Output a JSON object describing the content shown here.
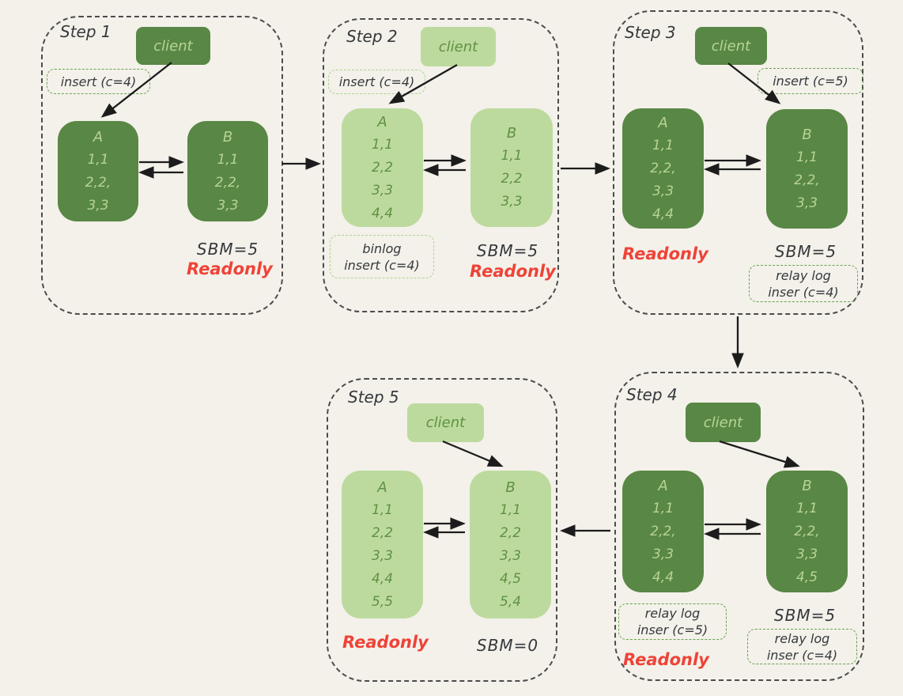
{
  "colors": {
    "background": "#f3f1ea",
    "step_border": "#4b4b4b",
    "node_dark": "#598745",
    "node_dark_text": "#b7d494",
    "node_light": "#bdda9e",
    "node_light_text": "#5f9143",
    "note_border_medium": "#6ba150",
    "note_border_light": "#aad58c",
    "text": "#36393d",
    "readonly_red": "#ee4338",
    "arrow": "#1c1c1c"
  },
  "steps": [
    {
      "label": "Step 1",
      "client_label": "client",
      "insert_note": "insert (c=4)",
      "node_a": {
        "title": "A",
        "rows": [
          "1,1",
          "2,2,",
          "3,3"
        ]
      },
      "node_b": {
        "title": "B",
        "rows": [
          "1,1",
          "2,2,",
          "3,3"
        ]
      },
      "sbm": "SBM=5",
      "readonly": "Readonly"
    },
    {
      "label": "Step 2",
      "client_label": "client",
      "insert_note": "insert (c=4)",
      "node_a": {
        "title": "A",
        "rows": [
          "1,1",
          "2,2",
          "3,3",
          "4,4"
        ]
      },
      "node_b": {
        "title": "B",
        "rows": [
          "1,1",
          "2,2",
          "3,3"
        ]
      },
      "binlog_note": [
        "binlog",
        "insert (c=4)"
      ],
      "sbm": "SBM=5",
      "readonly": "Readonly"
    },
    {
      "label": "Step 3",
      "client_label": "client",
      "insert_note": "insert (c=5)",
      "node_a": {
        "title": "A",
        "rows": [
          "1,1",
          "2,2,",
          "3,3",
          "4,4"
        ]
      },
      "node_b": {
        "title": "B",
        "rows": [
          "1,1",
          "2,2,",
          "3,3"
        ]
      },
      "readonly": "Readonly",
      "sbm": "SBM=5",
      "relay_note": [
        "relay log",
        "inser (c=4)"
      ]
    },
    {
      "label": "Step 4",
      "client_label": "client",
      "node_a": {
        "title": "A",
        "rows": [
          "1,1",
          "2,2,",
          "3,3",
          "4,4"
        ]
      },
      "node_b": {
        "title": "B",
        "rows": [
          "1,1",
          "2,2,",
          "3,3",
          "4,5"
        ]
      },
      "relay_note_a": [
        "relay log",
        "inser (c=5)"
      ],
      "readonly": "Readonly",
      "sbm": "SBM=5",
      "relay_note_b": [
        "relay log",
        "inser (c=4)"
      ]
    },
    {
      "label": "Step 5",
      "client_label": "client",
      "node_a": {
        "title": "A",
        "rows": [
          "1,1",
          "2,2",
          "3,3",
          "4,4",
          "5,5"
        ]
      },
      "node_b": {
        "title": "B",
        "rows": [
          "1,1",
          "2,2",
          "3,3",
          "4,5",
          "5,4"
        ]
      },
      "readonly": "Readonly",
      "sbm": "SBM=0"
    }
  ]
}
